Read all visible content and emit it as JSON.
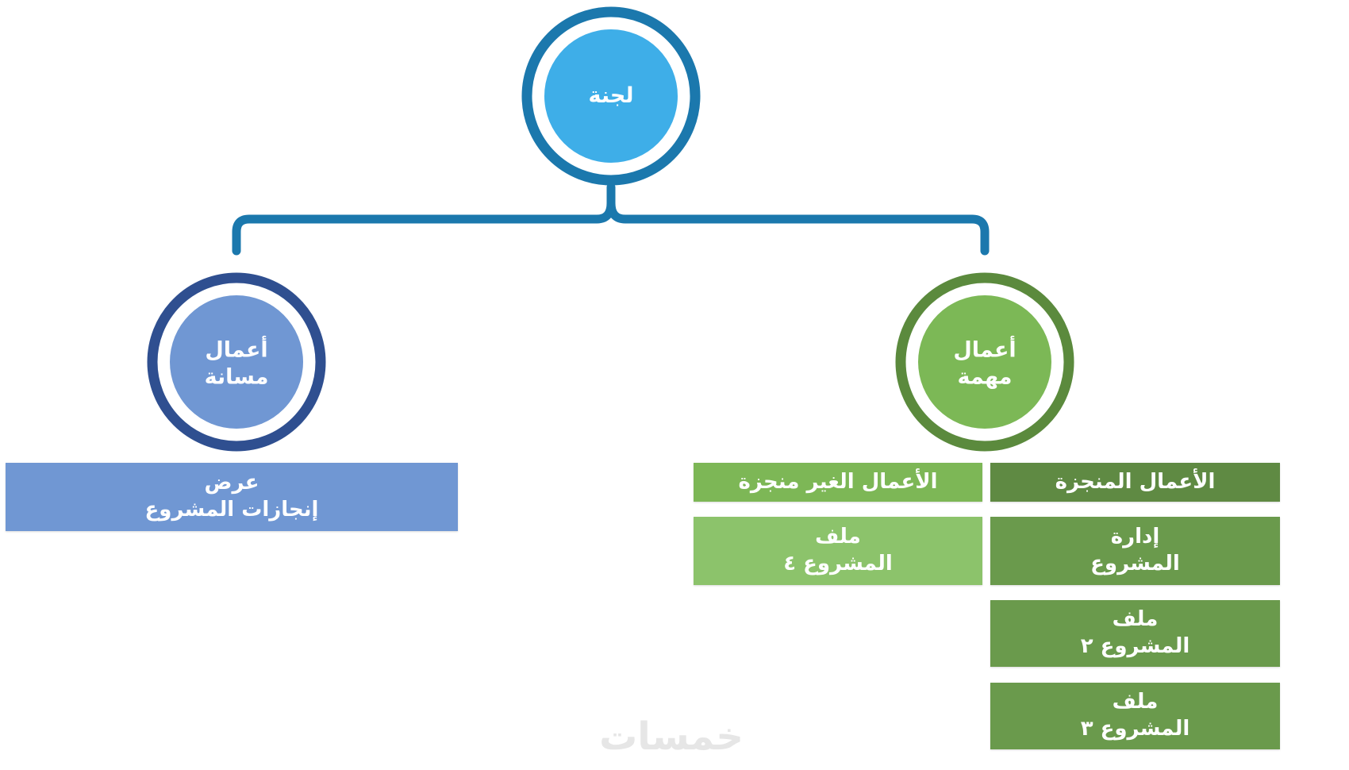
{
  "root": {
    "label": "لجنة"
  },
  "left_branch": {
    "circle_lines": [
      "أعمال",
      "مسانة"
    ],
    "box_lines": [
      "عرض",
      "إنجازات المشروع"
    ]
  },
  "right_branch": {
    "circle_lines": [
      "أعمال",
      "مهمة"
    ],
    "columns": {
      "done": {
        "header": "الأعمال المنجزة",
        "items": [
          {
            "lines": [
              "إدارة",
              "المشروع"
            ]
          },
          {
            "lines": [
              "ملف",
              "المشروع ٢"
            ]
          },
          {
            "lines": [
              "ملف",
              "المشروع ٣"
            ]
          }
        ]
      },
      "not_done": {
        "header": "الأعمال الغير منجزة",
        "items": [
          {
            "lines": [
              "ملف",
              "المشروع ٤"
            ]
          }
        ]
      }
    }
  },
  "watermark": "خمسات",
  "colors": {
    "root_ring": "#1b78ad",
    "root_fill": "#3eaee8",
    "left_ring": "#2f4f90",
    "left_fill": "#7097d3",
    "right_ring": "#5b8a3d",
    "right_fill": "#7cb856",
    "done_header": "#5f8a43",
    "done_item": "#6a9a4c",
    "not_done_header": "#7db756",
    "not_done_item": "#8cc36b"
  }
}
